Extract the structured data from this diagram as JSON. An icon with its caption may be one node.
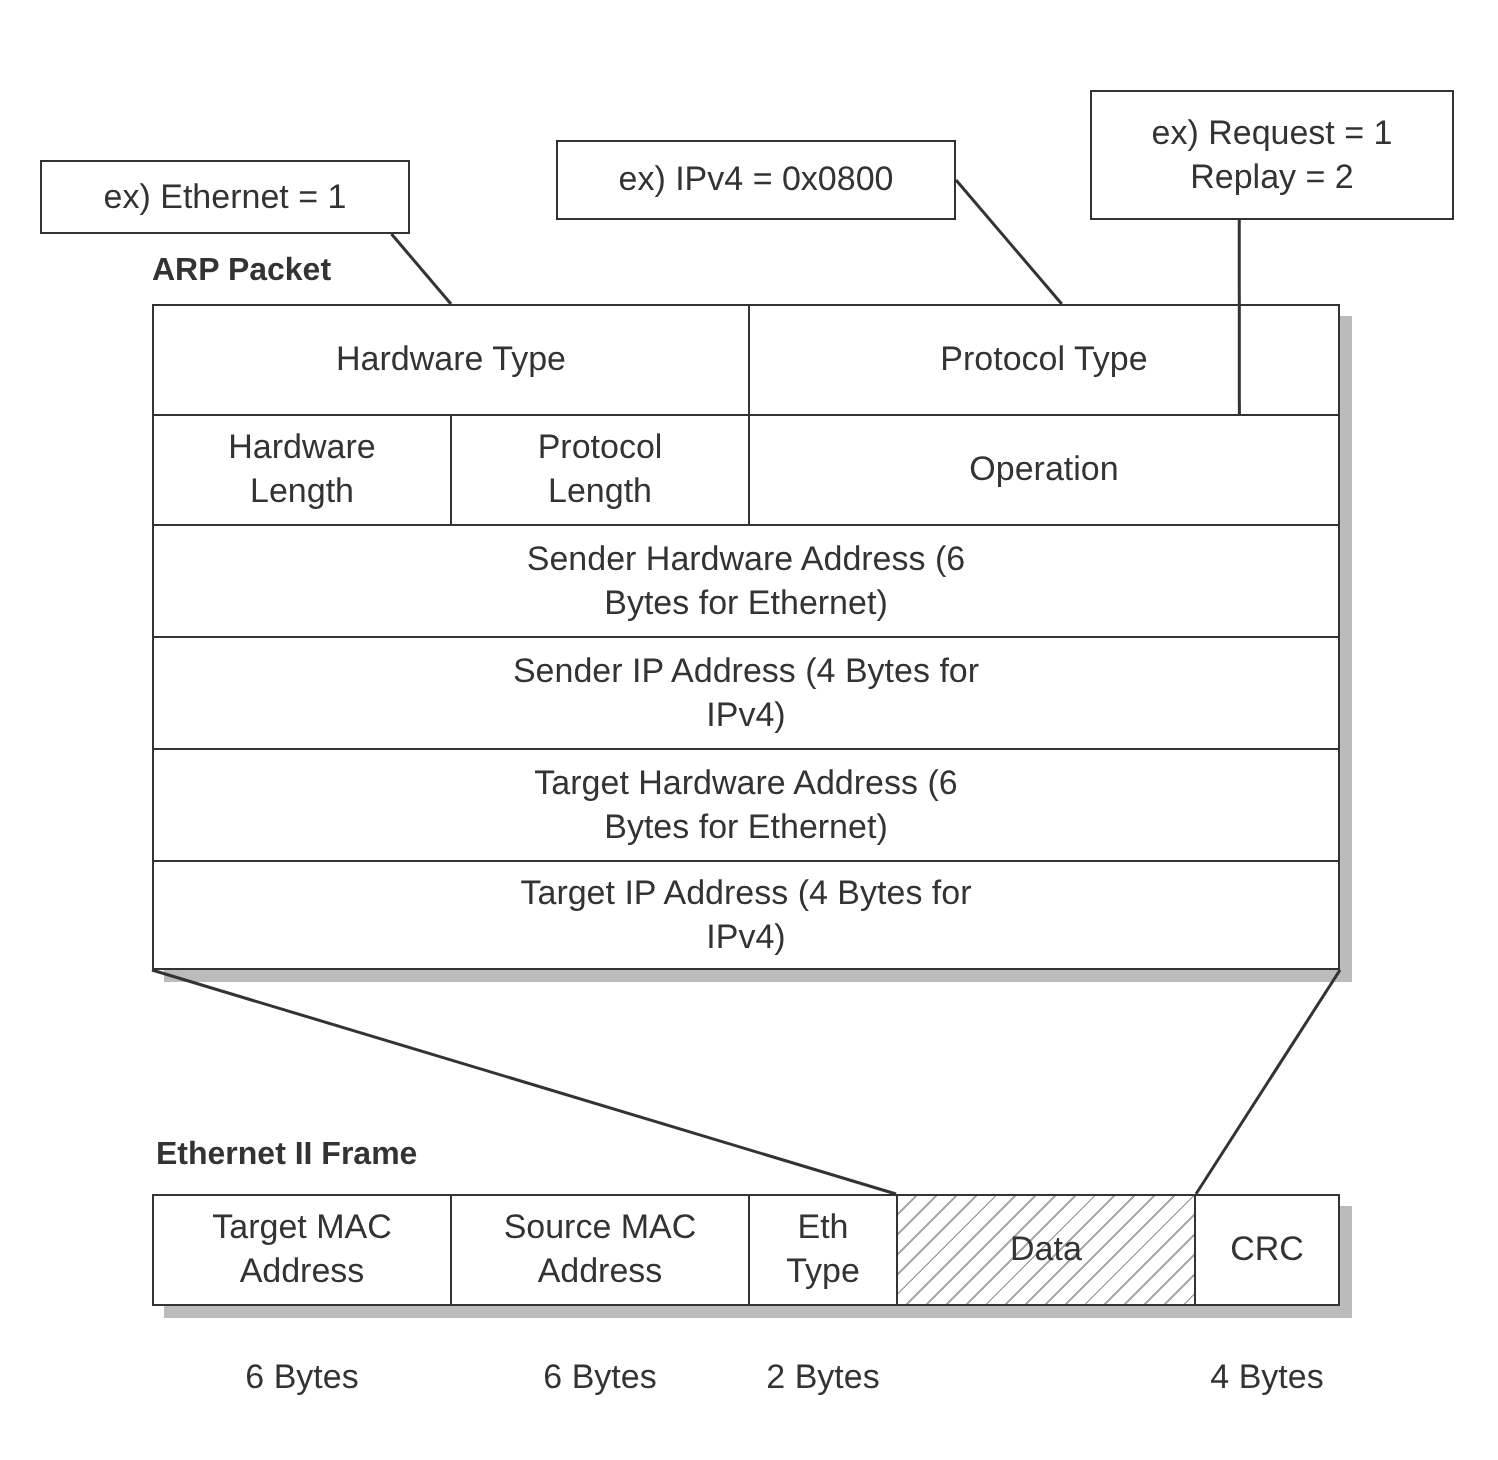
{
  "diagram": {
    "nodes": [
      {
        "text": [
          "ex) Ethernet = 1"
        ]
      },
      {
        "text": [
          "ex) IPv4 = 0x0800"
        ]
      },
      {
        "text": [
          "ex) Request = 1 Replay = 2"
        ]
      },
      {
        "text": [
          "ARP Packet"
        ]
      },
      {
        "text": [
          "Hardware Type"
        ],
        "in": 3
      },
      {
        "text": [
          "Protocol Type"
        ],
        "in": 3
      },
      {
        "text": [
          "Hardware Length"
        ],
        "in": 3
      },
      {
        "text": [
          "Protocol Length"
        ],
        "in": 3
      },
      {
        "text": [
          "Operation"
        ],
        "in": 3
      },
      {
        "text": [
          "Sender Hardware Address (6 Bytes for Ethernet)"
        ],
        "in": 3
      },
      {
        "text": [
          "Sender IP Address (4 Bytes for IPv4)"
        ],
        "in": 3
      },
      {
        "text": [
          "Target Hardware Address (6 Bytes for Ethernet)"
        ],
        "in": 3
      },
      {
        "text": [
          "Target IP Address (4 Bytes for IPv4)"
        ],
        "in": 3
      },
      {
        "text": [
          "Ethernet II Frame"
        ]
      },
      {
        "text": [
          "Target MAC Address"
        ],
        "in": 13,
        "beside": [
          "6 Bytes"
        ]
      },
      {
        "text": [
          "Source MAC Address"
        ],
        "in": 13,
        "beside": [
          "6 Bytes"
        ]
      },
      {
        "text": [
          "Eth Type"
        ],
        "in": 13,
        "beside": [
          "2 Bytes"
        ]
      },
      {
        "text": [
          "Data"
        ],
        "in": 13
      },
      {
        "text": [
          "CRC"
        ],
        "in": 13,
        "beside": [
          "4 Bytes"
        ]
      }
    ],
    "edges": [
      {
        "from": 0,
        "to": 4,
        "arrow": "none"
      },
      {
        "from": 1,
        "to": 5,
        "arrow": "none"
      },
      {
        "from": 2,
        "to": 8,
        "arrow": "none"
      },
      {
        "from": 3,
        "to": 17,
        "arrow": "none"
      },
      {
        "from": 3,
        "to": 17,
        "arrow": "none"
      }
    ]
  }
}
